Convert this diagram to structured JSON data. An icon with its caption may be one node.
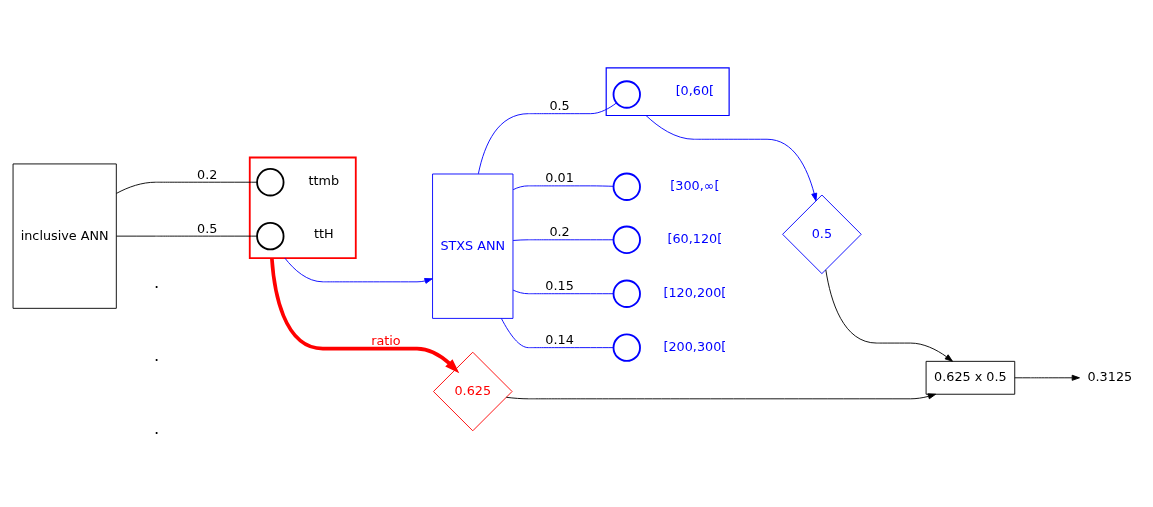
{
  "diagram": {
    "nodes": [
      {
        "text": [
          "inclusive ANN"
        ]
      },
      {
        "text": [],
        "shape": "box"
      },
      {
        "text": [],
        "shape": "circle",
        "beside": [
          "ttH"
        ],
        "in": 1
      },
      {
        "text": [],
        "shape": "circle",
        "beside": [
          "ttmb"
        ],
        "in": 1
      },
      {
        "text": [
          "STXS ANN"
        ]
      },
      {
        "text": [],
        "shape": "box"
      },
      {
        "text": [],
        "shape": "circle",
        "beside": [
          "[0,60["
        ],
        "in": 5
      },
      {
        "text": [],
        "shape": "circle",
        "beside": [
          "[60,120["
        ]
      },
      {
        "text": [],
        "shape": "circle",
        "beside": [
          "[120,200["
        ]
      },
      {
        "text": [],
        "shape": "circle",
        "beside": [
          "[200,300["
        ]
      },
      {
        "text": [],
        "shape": "circle",
        "beside": [
          "[300,∞["
        ]
      },
      {
        "text": [
          "0.625"
        ]
      },
      {
        "text": [
          "0.5"
        ]
      },
      {
        "text": [
          "0.625 x 0.5"
        ]
      },
      {
        "text": [
          "0.3125"
        ]
      }
    ],
    "edges": [
      {
        "from": 0,
        "to": 2,
        "arrow": "none",
        "label": "0.5",
        "color": "#000000"
      },
      {
        "from": 0,
        "to": 3,
        "arrow": "none",
        "label": "0.2",
        "color": "#000000"
      },
      {
        "from": 1,
        "to": 11,
        "arrow": "to",
        "label": "ratio",
        "style": "thick",
        "color": "#ff0000"
      },
      {
        "from": 1,
        "to": 4,
        "arrow": "to",
        "color": "#0000ff"
      },
      {
        "from": 4,
        "to": 6,
        "arrow": "none",
        "label": "0.5",
        "color": "#0000ff"
      },
      {
        "from": 4,
        "to": 7,
        "arrow": "none",
        "label": "0.2",
        "color": "#0000ff"
      },
      {
        "from": 4,
        "to": 8,
        "arrow": "none",
        "label": "0.15",
        "color": "#0000ff"
      },
      {
        "from": 4,
        "to": 9,
        "arrow": "none",
        "label": "0.14",
        "color": "#0000ff"
      },
      {
        "from": 4,
        "to": 10,
        "arrow": "none",
        "label": "0.01",
        "color": "#0000ff"
      },
      {
        "from": 5,
        "to": 12,
        "arrow": "to",
        "color": "#0000ff"
      },
      {
        "from": 11,
        "to": 13,
        "arrow": "to",
        "color": "#000000"
      },
      {
        "from": 12,
        "to": 13,
        "arrow": "to",
        "color": "#000000"
      },
      {
        "from": 13,
        "to": 14,
        "arrow": "to",
        "color": "#000000"
      }
    ],
    "labels": [
      ".",
      ".",
      "."
    ]
  }
}
